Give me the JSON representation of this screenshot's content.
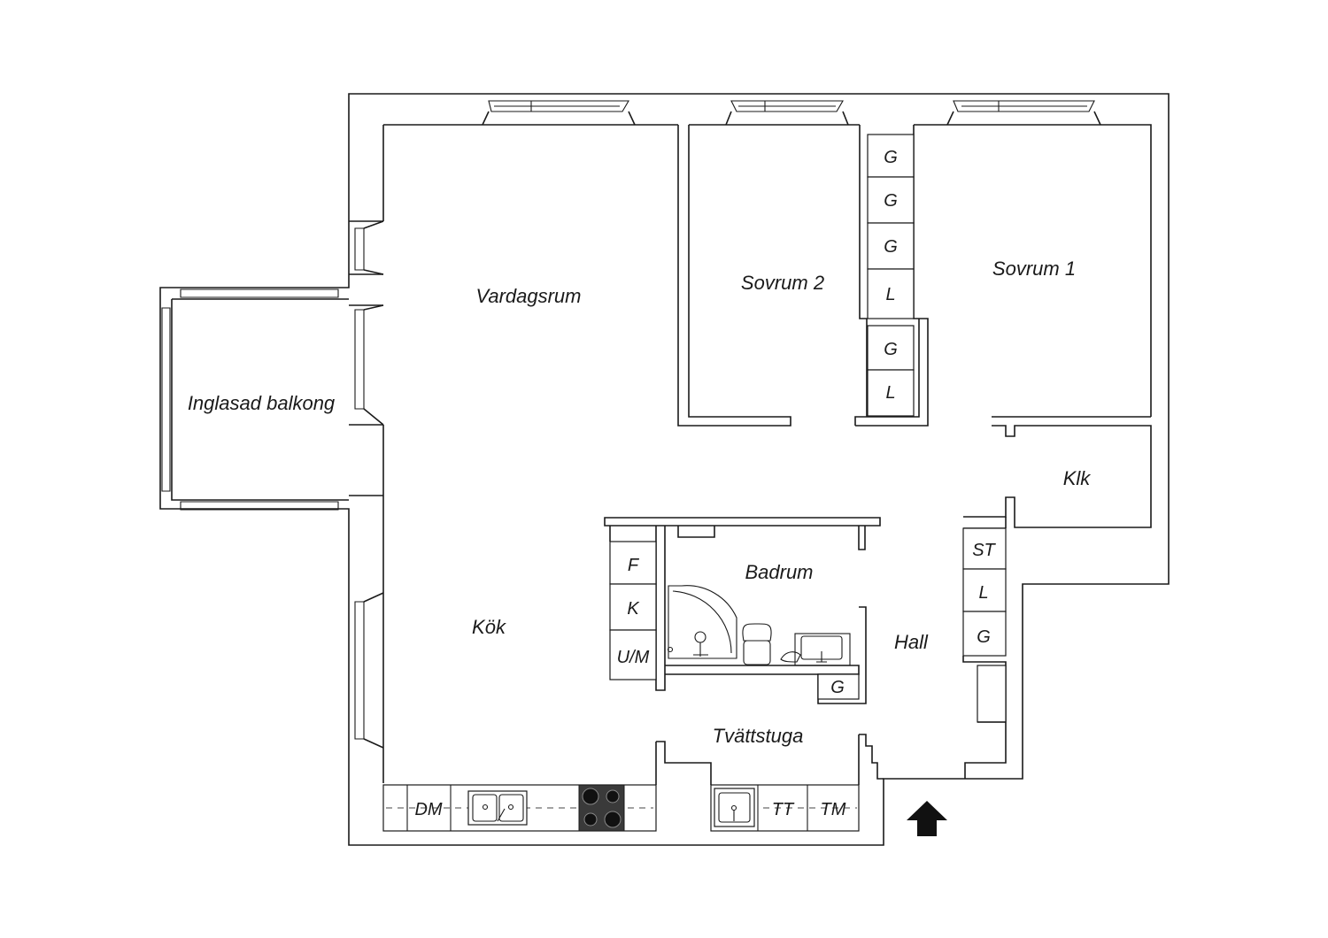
{
  "rooms": {
    "vardagsrum": "Vardagsrum",
    "sovrum2": "Sovrum 2",
    "sovrum1": "Sovrum 1",
    "balkong": "Inglasad balkong",
    "klk": "Klk",
    "badrum": "Badrum",
    "hall": "Hall",
    "kok": "Kök",
    "tvattstuga": "Tvättstuga"
  },
  "closets": {
    "bedroom_column": [
      "G",
      "G",
      "G",
      "L",
      "G",
      "L"
    ],
    "hall_column": [
      "ST",
      "L",
      "G"
    ],
    "kitchen_column": [
      "F",
      "K",
      "U/M"
    ],
    "bathroom_g": "G"
  },
  "appliances": {
    "dishwasher": "DM",
    "tumble_dryer": "TT",
    "washing_machine": "TM"
  },
  "icons": {
    "entrance": "entrance-arrow-icon",
    "stove": "stove-icon",
    "sink": "sink-icon",
    "shower": "shower-icon",
    "toilet": "toilet-icon"
  }
}
